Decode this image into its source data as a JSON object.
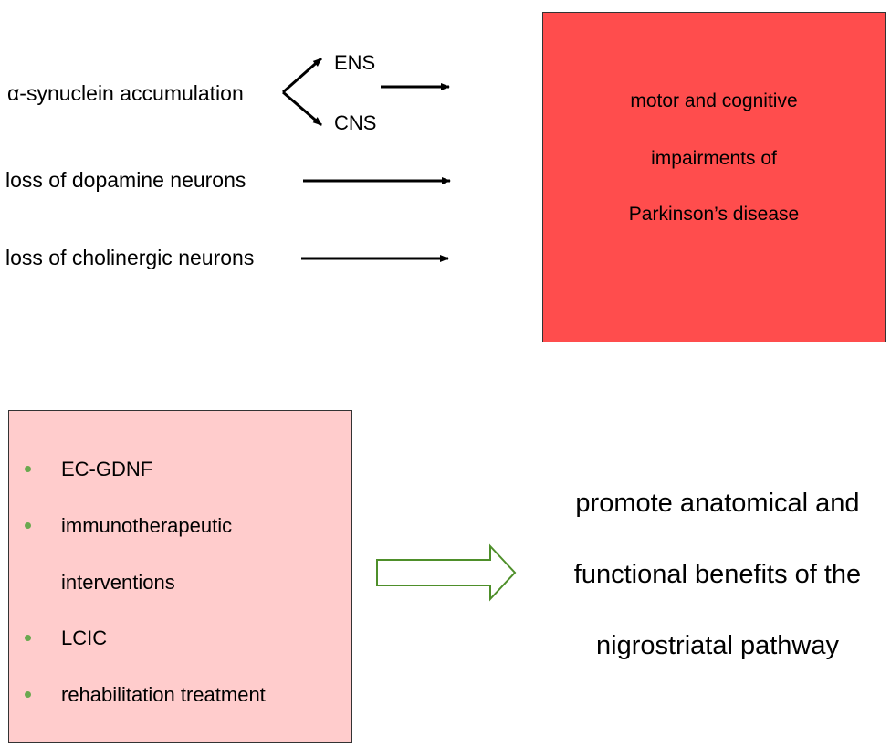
{
  "causes": {
    "synuclein": "α-synuclein accumulation",
    "ens": "ENS",
    "cns": "CNS",
    "dopamine": "loss of dopamine neurons",
    "cholinergic": "loss of cholinergic neurons"
  },
  "result": {
    "lines": [
      "motor and cognitive",
      "impairments  of",
      "Parkinson’s disease"
    ],
    "fill_color": "#ff4d4d"
  },
  "treatments": {
    "items": [
      "EC-GDNF",
      "immunotherapeutic",
      "interventions",
      "LCIC",
      "rehabilitation treatment"
    ],
    "fill_color": "#ffcccc",
    "bullet_color": "#6aa84f"
  },
  "outcome": {
    "lines": [
      "promote anatomical and",
      "functional benefits of the",
      "nigrostriatal pathway"
    ],
    "arrow_color": "#4e8f2a"
  }
}
